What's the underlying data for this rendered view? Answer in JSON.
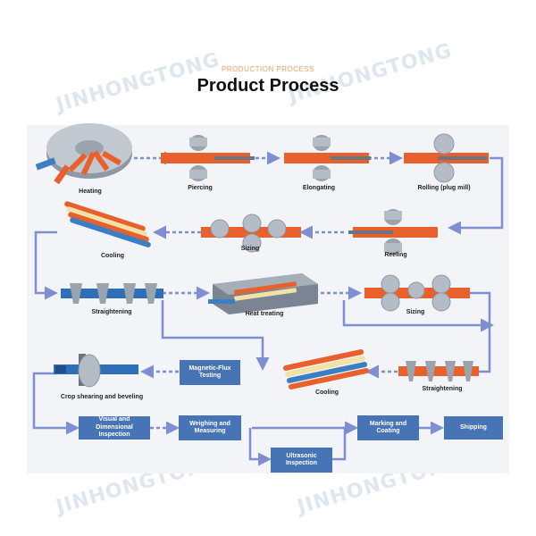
{
  "header": {
    "subtitle": "PRODUCTION PROCESS",
    "title": "Product Process"
  },
  "watermark": "JINHONGTONG",
  "colors": {
    "arrow": "#7f8ed0",
    "box": "#4674b5",
    "tube": "#e8602c",
    "panel": "#f2f4f8"
  },
  "steps": {
    "heating": "Heating",
    "piercing": "Piercing",
    "elongating": "Elongating",
    "rolling": "Rolling (plug mill)",
    "cooling_1": "Cooling",
    "sizing_1": "Sizing",
    "reeling": "Reeling",
    "straightening_1": "Straightening",
    "heat_treating": "Heat treating",
    "sizing_2": "Sizing",
    "crop": "Crop shearing and beveling",
    "cooling_2": "Cooling",
    "straightening_2": "Straightening"
  },
  "boxes": {
    "magnetic": "Magnetic-Flux Testing",
    "visual": "Visual and Dimensional Inspection",
    "weighing": "Weighing and Measuring",
    "ultrasonic": "Ultrasonic Inspection",
    "marking": "Marking and Coating",
    "shipping": "Shipping"
  }
}
